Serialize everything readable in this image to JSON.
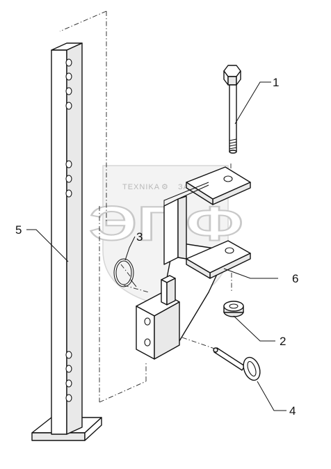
{
  "watermark": {
    "top_left": "TEXNIKA",
    "top_right": "ЗАПЧАСТИ",
    "brand": "ЭПФ"
  },
  "callouts": [
    {
      "id": "callout-1",
      "label": "1"
    },
    {
      "id": "callout-2",
      "label": "2"
    },
    {
      "id": "callout-3",
      "label": "3"
    },
    {
      "id": "callout-4",
      "label": "4"
    },
    {
      "id": "callout-5",
      "label": "5"
    },
    {
      "id": "callout-6",
      "label": "6"
    }
  ]
}
